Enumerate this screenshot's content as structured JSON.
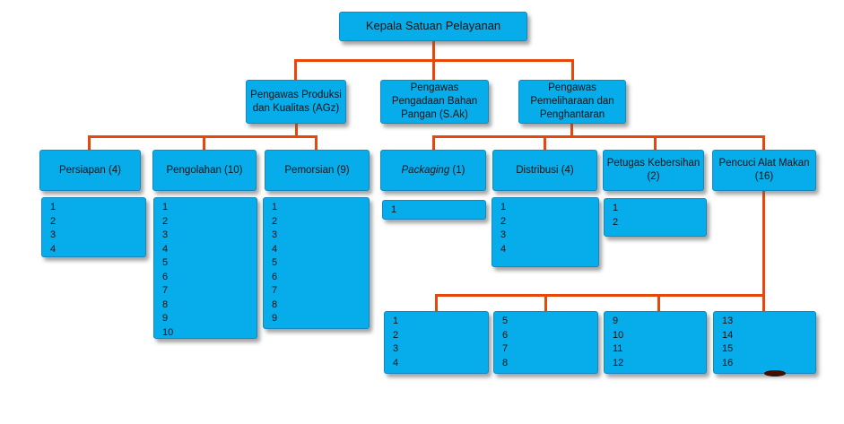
{
  "colors": {
    "box_fill": "#06adea",
    "box_border": "#1787c0",
    "connector": "#e8470b",
    "text": "#111111",
    "blob_dark": "#3f0e05"
  },
  "org": {
    "root": {
      "label": "Kepala Satuan Pelayanan"
    },
    "supervisors": [
      {
        "label": "Pengawas Produksi dan Kualitas (AGz)"
      },
      {
        "label": "Pengawas Pengadaan Bahan Pangan (S.Ak)"
      },
      {
        "label": "Pengawas Pemeliharaan dan Penghantaran"
      }
    ],
    "units": [
      {
        "label": "Persiapan (4)",
        "members": [
          "1",
          "2",
          "3",
          "4"
        ]
      },
      {
        "label": "Pengolahan (10)",
        "members": [
          "1",
          "2",
          "3",
          "4",
          "5",
          "6",
          "7",
          "8",
          "9",
          "10"
        ]
      },
      {
        "label": "Pemorsian (9)",
        "members": [
          "1",
          "2",
          "3",
          "4",
          "5",
          "6",
          "7",
          "8",
          "9"
        ]
      },
      {
        "label_italic": "Packaging",
        "label_suffix": " (1)",
        "members": [
          "1"
        ]
      },
      {
        "label": "Distribusi (4)",
        "members": [
          "1",
          "2",
          "3",
          "4"
        ]
      },
      {
        "label": "Petugas Kebersihan (2)",
        "members": [
          "1",
          "2"
        ]
      },
      {
        "label": "Pencuci Alat Makan (16)",
        "member_groups": [
          [
            "1",
            "2",
            "3",
            "4"
          ],
          [
            "5",
            "6",
            "7",
            "8"
          ],
          [
            "9",
            "10",
            "11",
            "12"
          ],
          [
            "13",
            "14",
            "15",
            "16"
          ]
        ]
      }
    ]
  }
}
